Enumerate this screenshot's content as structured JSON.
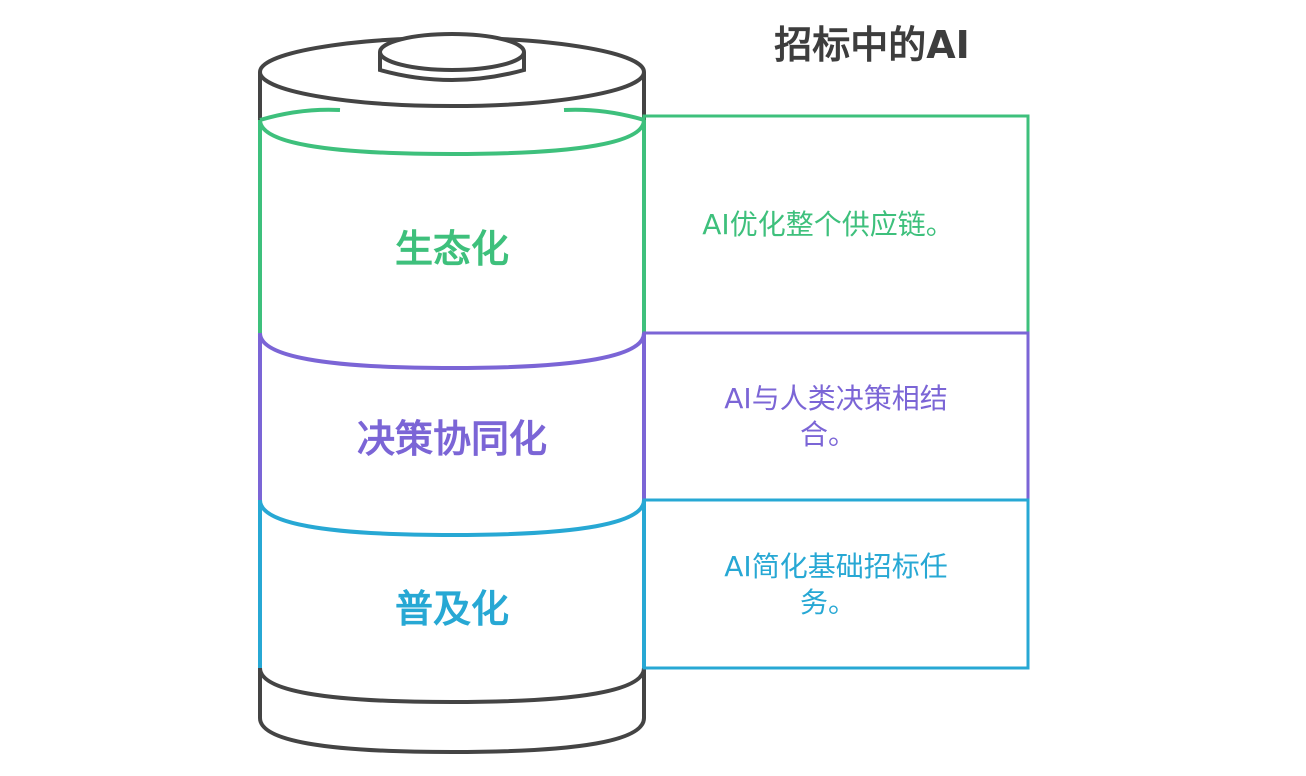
{
  "title": "招标中的AI",
  "colors": {
    "outline": "#444444",
    "title": "#3d3d3d",
    "green": "#3ec07c",
    "purple": "#7b65d6",
    "blue": "#27a8d4"
  },
  "layers": [
    {
      "label": "生态化",
      "description_lines": [
        "AI优化整个供应链。"
      ]
    },
    {
      "label": "决策协同化",
      "description_lines": [
        "AI与人类决策相结",
        "合。"
      ]
    },
    {
      "label": "普及化",
      "description_lines": [
        "AI简化基础招标任",
        "务。"
      ]
    }
  ]
}
